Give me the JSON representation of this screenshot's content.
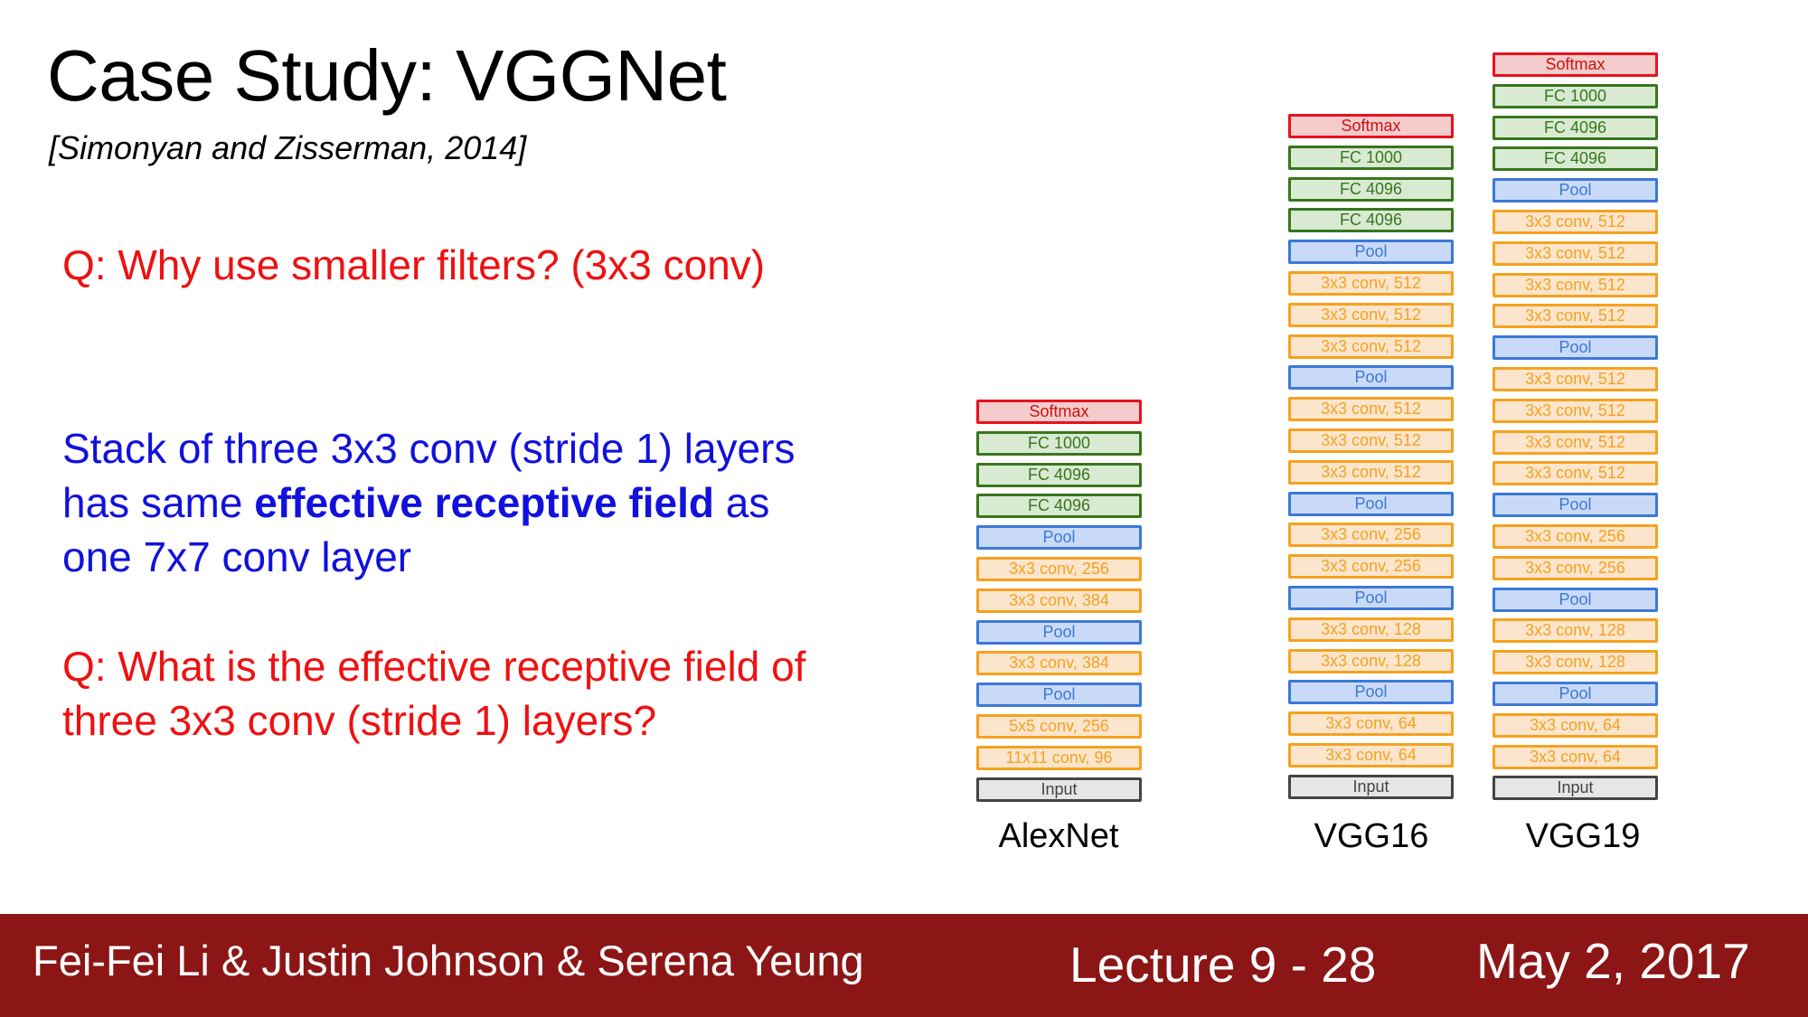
{
  "slide": {
    "title": "Case Study: VGGNet",
    "citation": "[Simonyan and Zisserman, 2014]",
    "question1": "Q: Why use smaller filters? (3x3 conv)",
    "stack_line1": "Stack of three 3x3 conv (stride 1) layers",
    "stack_line2_pre": "has same ",
    "stack_line2_bold": "effective receptive field",
    "stack_line2_post": " as",
    "stack_line3": "one 7x7 conv layer",
    "question2_line1": "Q: What is the effective receptive field of",
    "question2_line2": "three 3x3 conv (stride 1) layers?"
  },
  "colors": {
    "softmax": "#e8111e",
    "fc": "#38761d",
    "pool": "#3c78d8",
    "conv": "#f5a21e",
    "input": "#444444",
    "footer_bg": "#8c1515",
    "red_text": "#ee1111",
    "blue_text": "#1111dd"
  },
  "networks": [
    {
      "name": "AlexNet",
      "layers": [
        {
          "type": "softmax",
          "label": "Softmax"
        },
        {
          "type": "fc",
          "label": "FC 1000"
        },
        {
          "type": "fc",
          "label": "FC 4096"
        },
        {
          "type": "fc",
          "label": "FC 4096"
        },
        {
          "type": "pool",
          "label": "Pool"
        },
        {
          "type": "conv",
          "label": "3x3 conv, 256"
        },
        {
          "type": "conv",
          "label": "3x3 conv, 384"
        },
        {
          "type": "pool",
          "label": "Pool"
        },
        {
          "type": "conv",
          "label": "3x3 conv, 384"
        },
        {
          "type": "pool",
          "label": "Pool"
        },
        {
          "type": "conv",
          "label": "5x5 conv, 256"
        },
        {
          "type": "conv",
          "label": "11x11 conv, 96"
        },
        {
          "type": "input",
          "label": "Input"
        }
      ]
    },
    {
      "name": "VGG16",
      "layers": [
        {
          "type": "softmax",
          "label": "Softmax"
        },
        {
          "type": "fc",
          "label": "FC 1000"
        },
        {
          "type": "fc",
          "label": "FC 4096"
        },
        {
          "type": "fc",
          "label": "FC 4096"
        },
        {
          "type": "pool",
          "label": "Pool"
        },
        {
          "type": "conv",
          "label": "3x3 conv, 512"
        },
        {
          "type": "conv",
          "label": "3x3 conv, 512"
        },
        {
          "type": "conv",
          "label": "3x3 conv, 512"
        },
        {
          "type": "pool",
          "label": "Pool"
        },
        {
          "type": "conv",
          "label": "3x3 conv, 512"
        },
        {
          "type": "conv",
          "label": "3x3 conv, 512"
        },
        {
          "type": "conv",
          "label": "3x3 conv, 512"
        },
        {
          "type": "pool",
          "label": "Pool"
        },
        {
          "type": "conv",
          "label": "3x3 conv, 256"
        },
        {
          "type": "conv",
          "label": "3x3 conv, 256"
        },
        {
          "type": "pool",
          "label": "Pool"
        },
        {
          "type": "conv",
          "label": "3x3 conv, 128"
        },
        {
          "type": "conv",
          "label": "3x3 conv, 128"
        },
        {
          "type": "pool",
          "label": "Pool"
        },
        {
          "type": "conv",
          "label": "3x3 conv, 64"
        },
        {
          "type": "conv",
          "label": "3x3 conv, 64"
        },
        {
          "type": "input",
          "label": "Input"
        }
      ]
    },
    {
      "name": "VGG19",
      "layers": [
        {
          "type": "softmax",
          "label": "Softmax"
        },
        {
          "type": "fc",
          "label": "FC 1000"
        },
        {
          "type": "fc",
          "label": "FC 4096"
        },
        {
          "type": "fc",
          "label": "FC 4096"
        },
        {
          "type": "pool",
          "label": "Pool"
        },
        {
          "type": "conv",
          "label": "3x3 conv, 512"
        },
        {
          "type": "conv",
          "label": "3x3 conv, 512"
        },
        {
          "type": "conv",
          "label": "3x3 conv, 512"
        },
        {
          "type": "conv",
          "label": "3x3 conv, 512"
        },
        {
          "type": "pool",
          "label": "Pool"
        },
        {
          "type": "conv",
          "label": "3x3 conv, 512"
        },
        {
          "type": "conv",
          "label": "3x3 conv, 512"
        },
        {
          "type": "conv",
          "label": "3x3 conv, 512"
        },
        {
          "type": "conv",
          "label": "3x3 conv, 512"
        },
        {
          "type": "pool",
          "label": "Pool"
        },
        {
          "type": "conv",
          "label": "3x3 conv, 256"
        },
        {
          "type": "conv",
          "label": "3x3 conv, 256"
        },
        {
          "type": "pool",
          "label": "Pool"
        },
        {
          "type": "conv",
          "label": "3x3 conv, 128"
        },
        {
          "type": "conv",
          "label": "3x3 conv, 128"
        },
        {
          "type": "pool",
          "label": "Pool"
        },
        {
          "type": "conv",
          "label": "3x3 conv, 64"
        },
        {
          "type": "conv",
          "label": "3x3 conv, 64"
        },
        {
          "type": "input",
          "label": "Input"
        }
      ]
    }
  ],
  "footer": {
    "authors": "Fei-Fei Li & Justin Johnson & Serena Yeung",
    "lecture": "Lecture 9 - 28",
    "date": "May 2, 2017"
  }
}
